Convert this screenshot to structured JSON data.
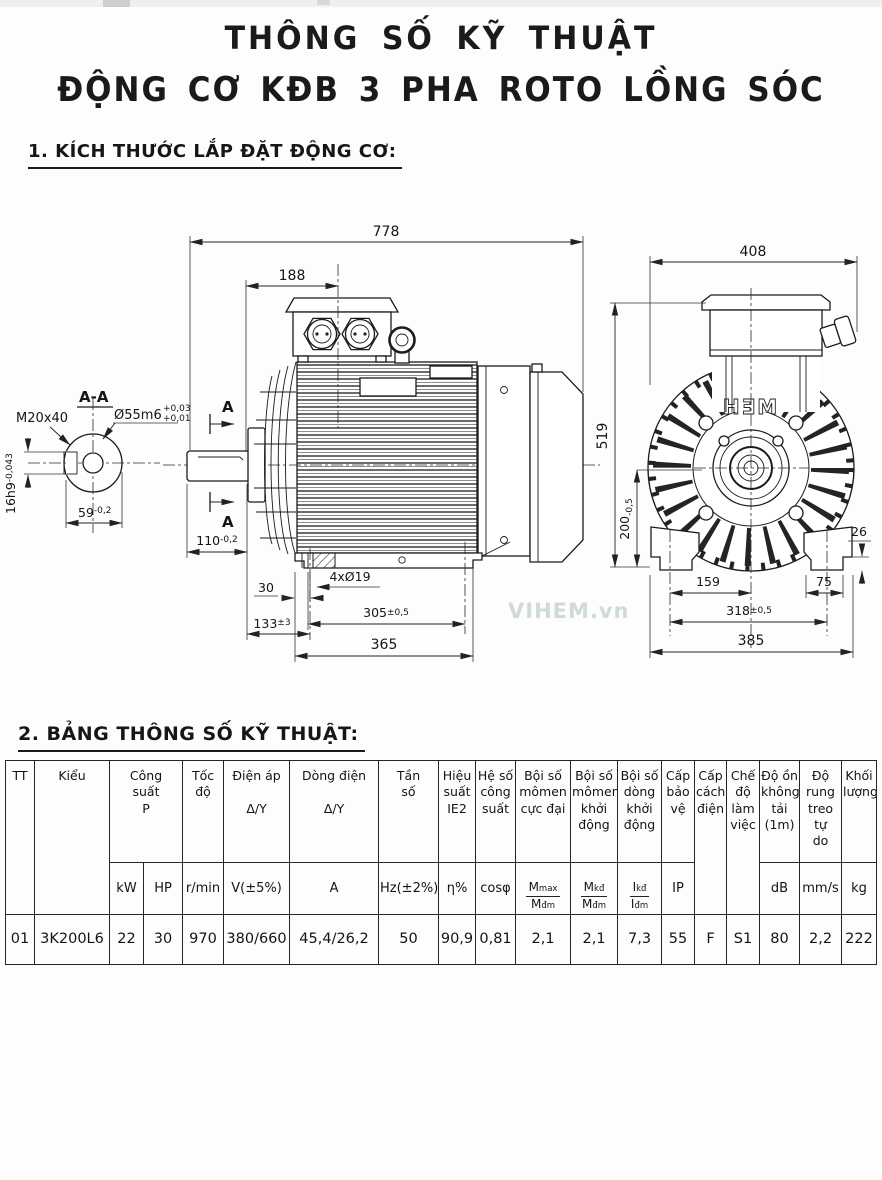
{
  "page": {
    "title_line1": "THÔNG SỐ KỸ THUẬT",
    "title_line2": "ĐỘNG CƠ KĐB 3 PHA ROTO LỒNG SÓC",
    "section1_heading": "1. KÍCH THƯỚC LẮP ĐẶT ĐỘNG CƠ:",
    "section2_heading": "2. BẢNG THÔNG SỐ KỸ THUẬT:",
    "watermark": "VIHEM.vn"
  },
  "drawing": {
    "logo": "HƎM",
    "section_label": "A-A",
    "section_mark_top": "A",
    "section_mark_bottom": "A",
    "labels": {
      "thread": "M20x40",
      "shaft_dia": "Ø55m6",
      "shaft_dia_tol_upper": "+0,03",
      "shaft_dia_tol_lower": "+0,01",
      "key_height": "16h9",
      "key_height_tol": "-0,043",
      "key_width": "59",
      "key_width_tol": "-0,2",
      "holes": "4xØ19"
    },
    "dims": {
      "overall_length": "778",
      "terminal_box_offset": "188",
      "rear_width": "408",
      "overall_height": "519",
      "shaft_center_height": "200",
      "shaft_center_height_tol": "-0,5",
      "shaft_length": "110",
      "shaft_length_tol": "-0,2",
      "edge_to_hole": "30",
      "hole_span": "305",
      "hole_span_tol": "±0,5",
      "shaft_to_hole": "133",
      "shaft_to_hole_tol": "±3",
      "base_length": "365",
      "foot_center": "159",
      "foot_pad": "75",
      "foot_span": "318",
      "foot_span_tol": "±0,5",
      "base_width": "385",
      "pad_height": "26"
    }
  },
  "table": {
    "h": {
      "tt": "TT",
      "kieu": "Kiểu",
      "power": "Công\nsuất\nP",
      "speed": "Tốc\nđộ",
      "voltage": "Điện áp\n\nΔ/Y",
      "current": "Dòng điện\n\nΔ/Y",
      "freq": "Tần\nsố",
      "eff": "Hiệu\nsuất\nIE2",
      "pf": "Hệ số\ncông\nsuất",
      "tmax": "Bội số\nmômen\ncực đại",
      "tstart": "Bội số\nmômen\nkhởi\nđộng",
      "istart": "Bội số\ndòng\nkhởi\nđộng",
      "ip": "Cấp\nbảo\nvệ",
      "ins": "Cấp\ncách\nđiện",
      "duty": "Chế\nđộ\nlàm\nviệc",
      "noise": "Độ ồn\nkhông\ntải (1m)",
      "vib": "Độ\nrung\ntreo tự\ndo",
      "mass": "Khối\nlượng"
    },
    "u": {
      "kw": "kW",
      "hp": "HP",
      "rpm": "r/min",
      "v": "V(±5%)",
      "a": "A",
      "hz": "Hz(±2%)",
      "eta": "η%",
      "cos": "cosφ",
      "ip": "IP",
      "db": "dB",
      "mms": "mm/s",
      "kg": "kg",
      "f1n": "M",
      "f1ns": "max",
      "f1d": "M",
      "f1ds": "đm",
      "f2n": "M",
      "f2ns": "kđ",
      "f2d": "M",
      "f2ds": "đm",
      "f3n": "I",
      "f3ns": "kđ",
      "f3d": "I",
      "f3ds": "đm"
    },
    "row": {
      "tt": "01",
      "kieu": "3K200L6",
      "kw": "22",
      "hp": "30",
      "rpm": "970",
      "voltage": "380/660",
      "current": "45,4/26,2",
      "freq": "50",
      "eff": "90,9",
      "pf": "0,81",
      "tmax": "2,1",
      "tstart": "2,1",
      "istart": "7,3",
      "ip": "55",
      "ins": "F",
      "duty": "S1",
      "noise": "80",
      "vib": "2,2",
      "mass": "222"
    }
  }
}
